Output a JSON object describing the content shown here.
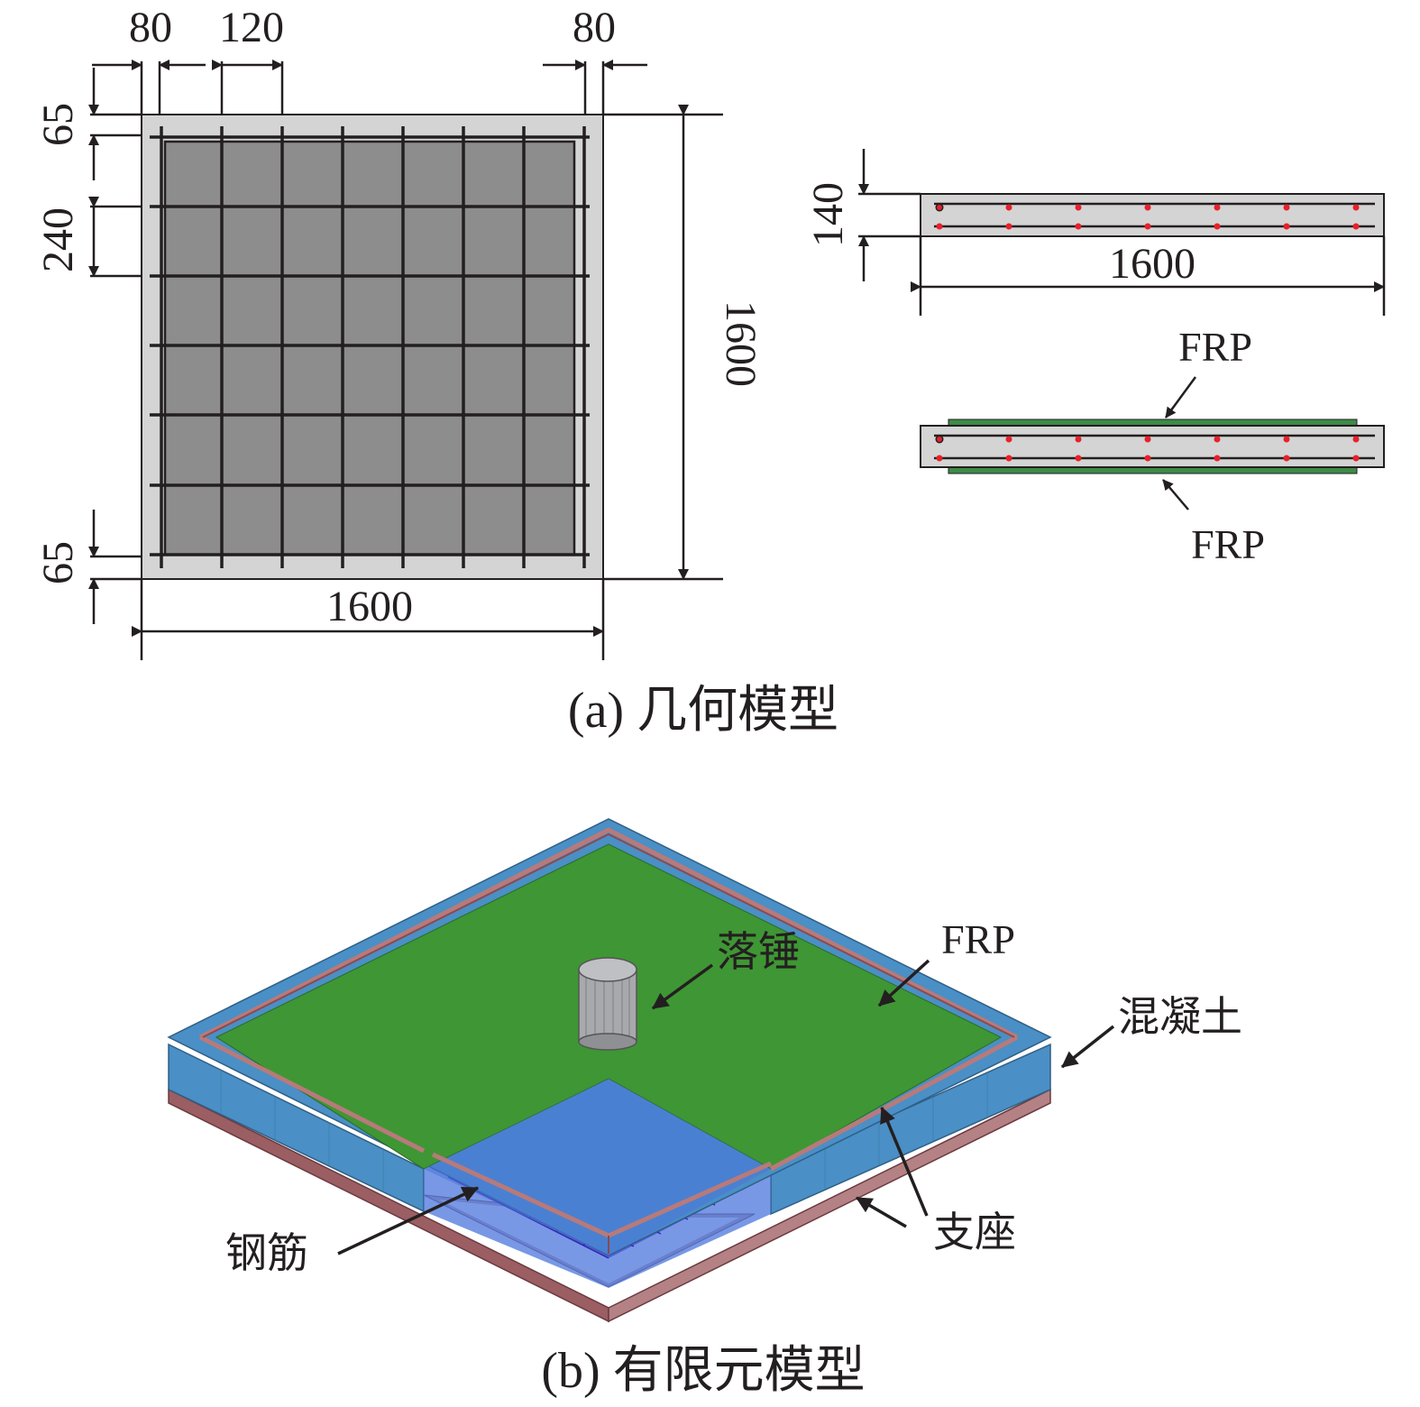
{
  "geometry_model": {
    "plan": {
      "dim_top_left": "80",
      "dim_top_spacing": "120",
      "dim_top_right": "80",
      "dim_left_top": "65",
      "dim_left_spacing": "240",
      "dim_left_bottom": "65",
      "dim_bottom_width": "1600",
      "dim_right_height": "1600"
    },
    "section": {
      "dim_thickness": "140",
      "dim_length": "1600",
      "frp_top_label": "FRP",
      "frp_bottom_label": "FRP"
    },
    "caption": "(a) 几何模型"
  },
  "fe_model": {
    "labels": {
      "hammer": "落锤",
      "frp": "FRP",
      "concrete": "混凝土",
      "rebar": "钢筋",
      "support": "支座"
    },
    "caption": "(b) 有限元模型"
  },
  "colors": {
    "slab_border": "#d4d4d4",
    "slab_inner": "#8d8d8d",
    "rebar_dot": "#e8202a",
    "frp_plate": "#3d8a47",
    "fe_frp": "#3f9634",
    "fe_concrete": "#4a8fc5",
    "fe_rebar": "#3b2bd9",
    "fe_support": "#a86e72"
  }
}
